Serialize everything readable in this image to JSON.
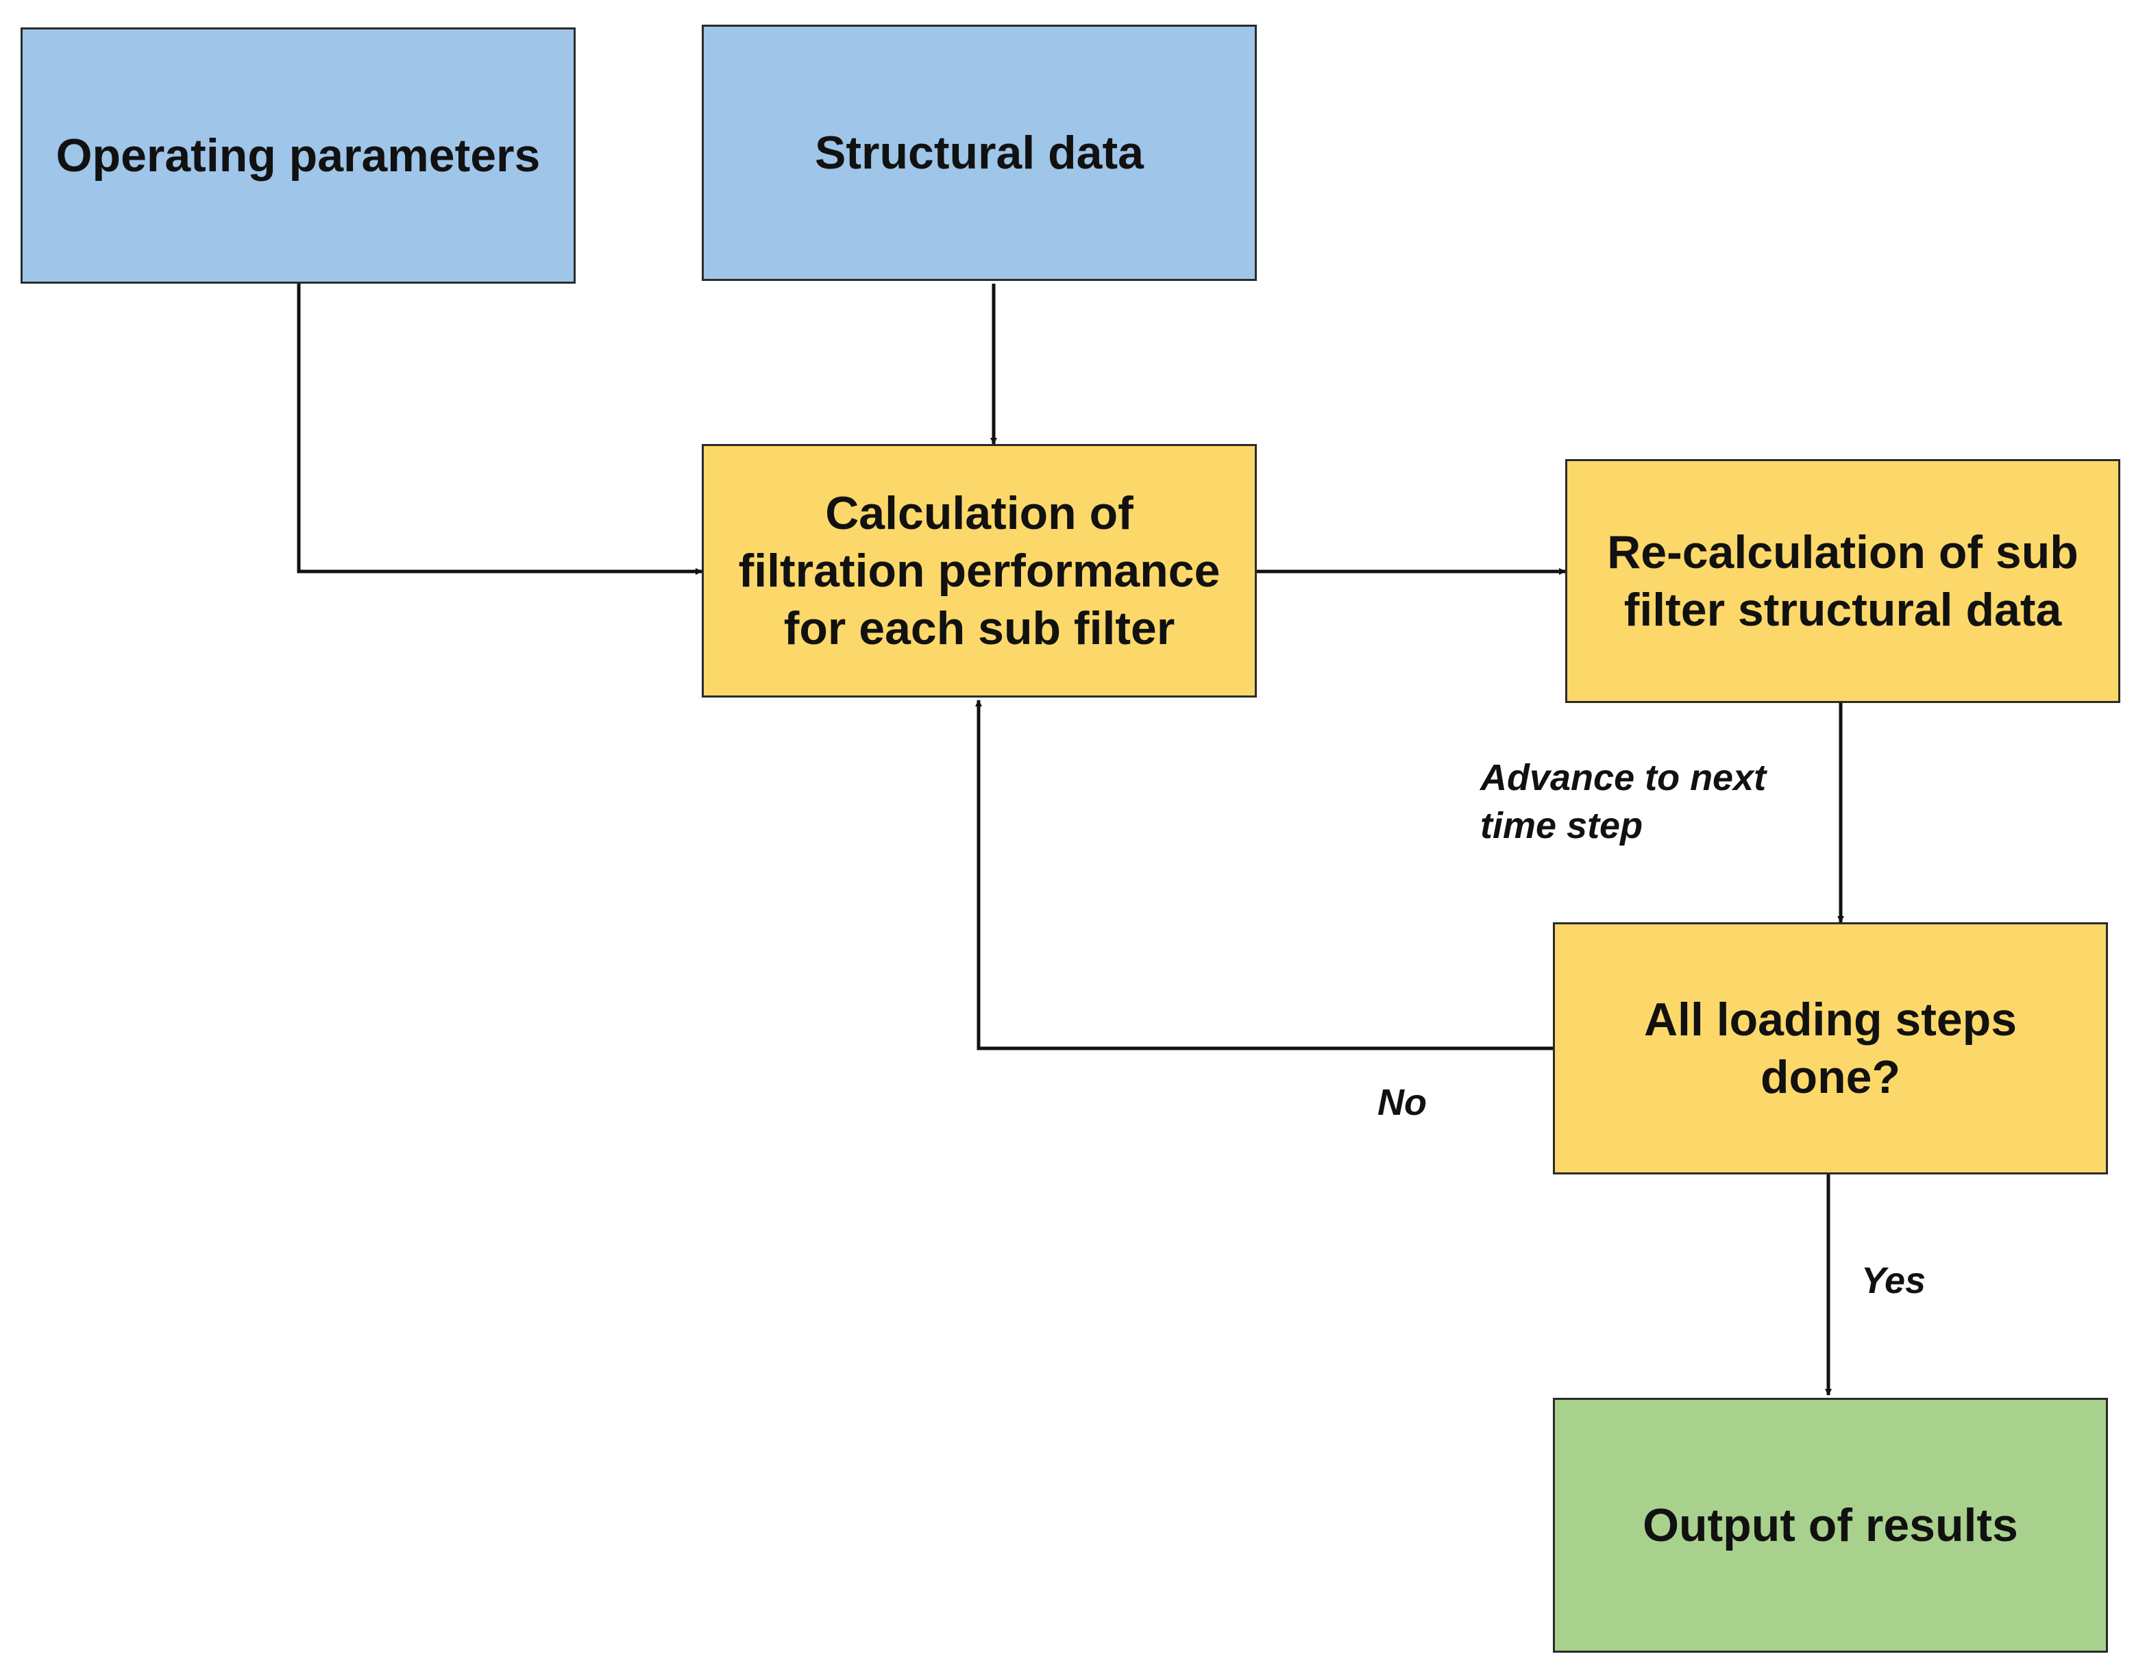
{
  "nodes": {
    "operating_parameters": "Operating parameters",
    "structural_data": "Structural data",
    "calculation": "Calculation of filtration performance for each sub filter",
    "recalculation": "Re-calculation of sub filter structural data",
    "decision": "All loading steps done?",
    "output": "Output of results"
  },
  "edge_labels": {
    "advance": "Advance to next time step",
    "no": "No",
    "yes": "Yes"
  },
  "colors": {
    "input": "#9fc5e8",
    "process": "#fcd86a",
    "result": "#a9d18e",
    "line": "#111111"
  }
}
